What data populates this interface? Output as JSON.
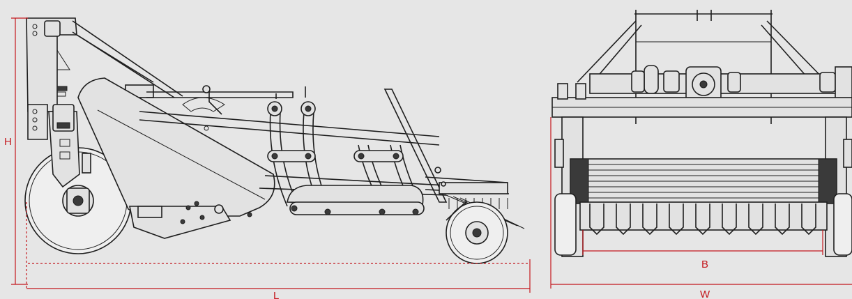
{
  "dimension_labels": {
    "height": "H",
    "length": "L",
    "inner_width": "B",
    "width": "W"
  },
  "colors": {
    "background": "#e6e6e6",
    "dimension": "#c4161c",
    "line": "#1e1e1e"
  }
}
